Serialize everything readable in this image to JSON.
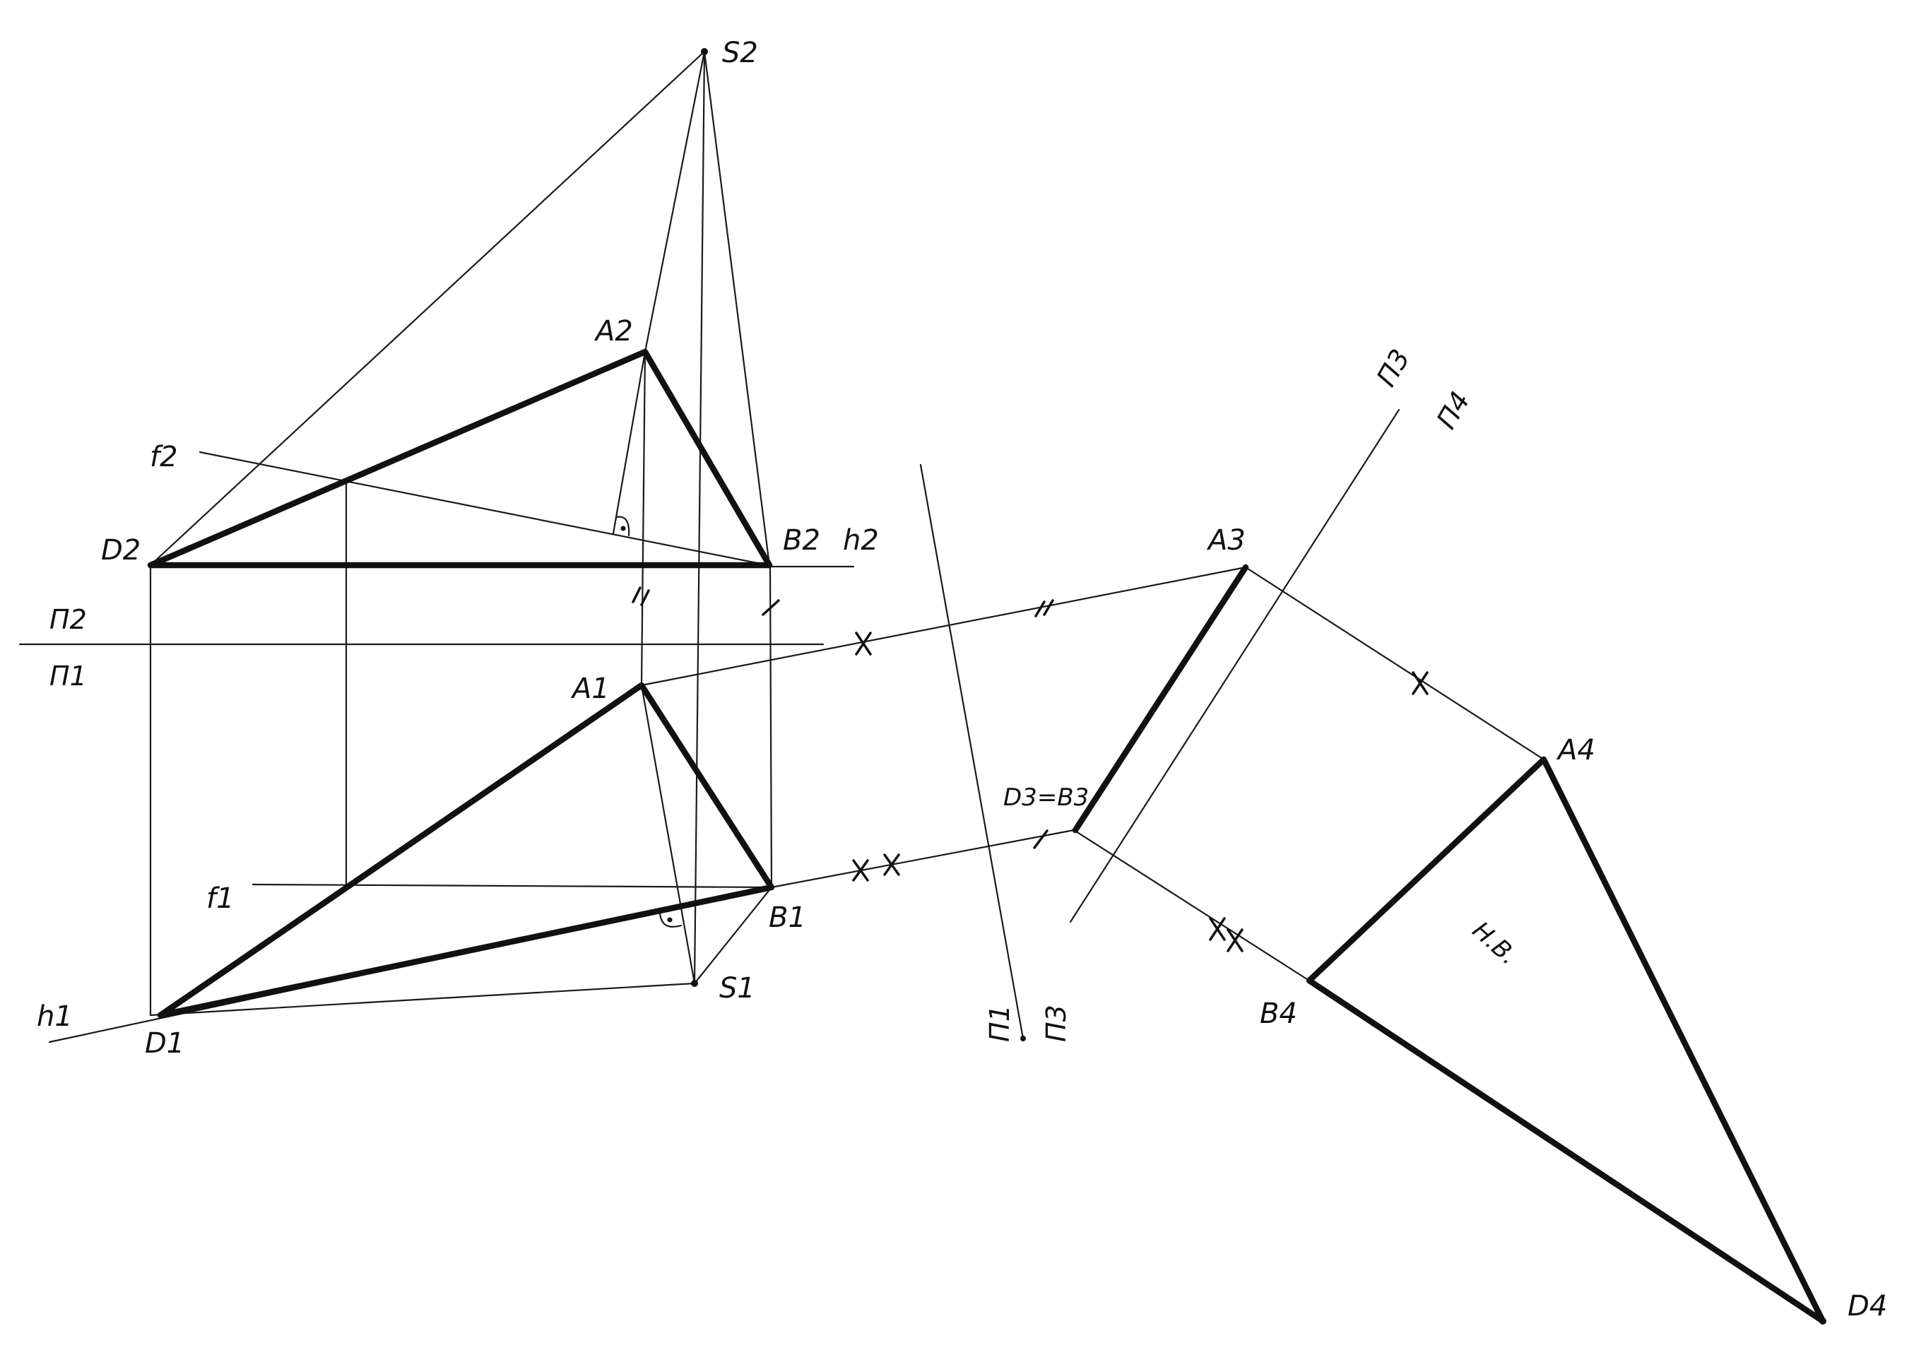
{
  "labels": {
    "s2": "S2",
    "a2": "A2",
    "f2": "f2",
    "d2": "D2",
    "b2": "B2",
    "h2": "h2",
    "pi2": "П2",
    "pi1": "П1",
    "a1": "A1",
    "f1": "f1",
    "b1": "B1",
    "s1": "S1",
    "h1": "h1",
    "d1": "D1",
    "axis13_top": "П1",
    "axis13_bottom": "П3",
    "axis34_top": "П3",
    "axis34_bottom": "П4",
    "a3": "A3",
    "d3b3": "D3=B3",
    "a4": "A4",
    "b4": "B4",
    "d4": "D4",
    "true_view": "Н.В."
  }
}
